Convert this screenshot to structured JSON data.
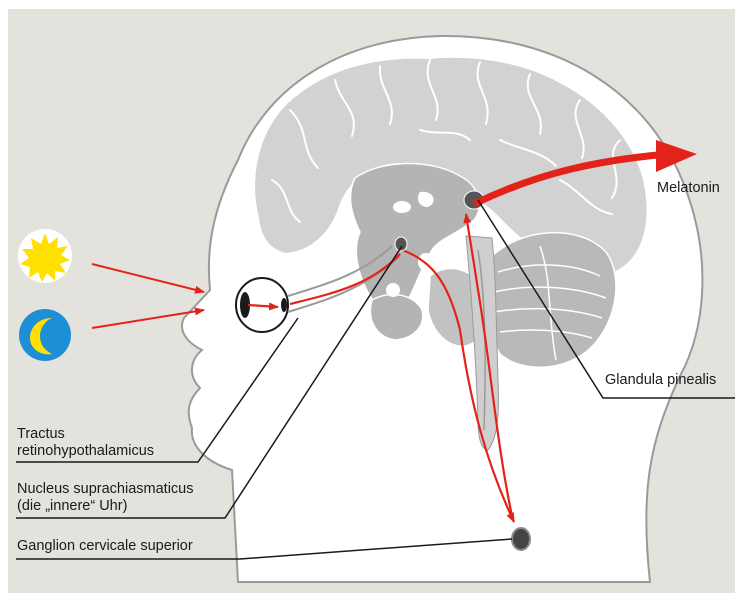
{
  "labels": {
    "melatonin": "Melatonin",
    "glandula": "Glandula pinealis",
    "tractus_line1": "Tractus",
    "tractus_line2": "retinohypothalamicus",
    "nucleus_line1": "Nucleus suprachiasmaticus",
    "nucleus_line2": "(die „innere“ Uhr)",
    "ganglion": "Ganglion cervicale superior"
  },
  "icons": {
    "sun": "sun-icon",
    "moon": "moon-icon"
  },
  "colors": {
    "background": "#e4e2dc",
    "arrow": "#e32219",
    "brain": "#d2d2d2",
    "midbrain": "#b4b4b4",
    "sun": "#ffe000",
    "moon_disc": "#1d8fd6"
  }
}
